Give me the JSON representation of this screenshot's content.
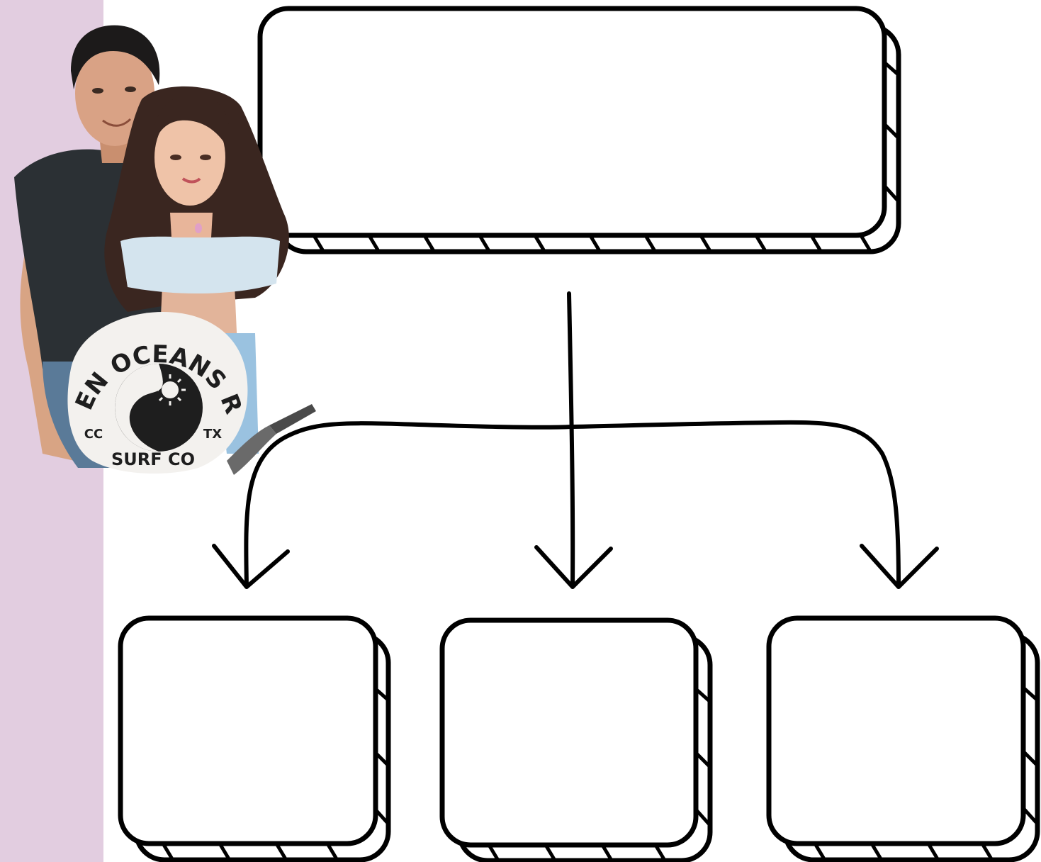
{
  "colors": {
    "side_band": "#e2cde0",
    "background": "#ffffff",
    "ink": "#000000",
    "badge_fill": "#f3f1ee",
    "badge_ink": "#1e1e1e"
  },
  "illustration": {
    "characters": "illustrated-couple",
    "badge": {
      "arc_text": "WHEN OCEANS RISE",
      "left_text": "CC",
      "right_text": "TX",
      "bottom_text": "SURF CO",
      "icons": [
        "wave-icon",
        "sun-icon"
      ]
    }
  },
  "diagram": {
    "top_box": {
      "text": ""
    },
    "bottom_boxes": [
      {
        "text": ""
      },
      {
        "text": ""
      },
      {
        "text": ""
      }
    ]
  }
}
